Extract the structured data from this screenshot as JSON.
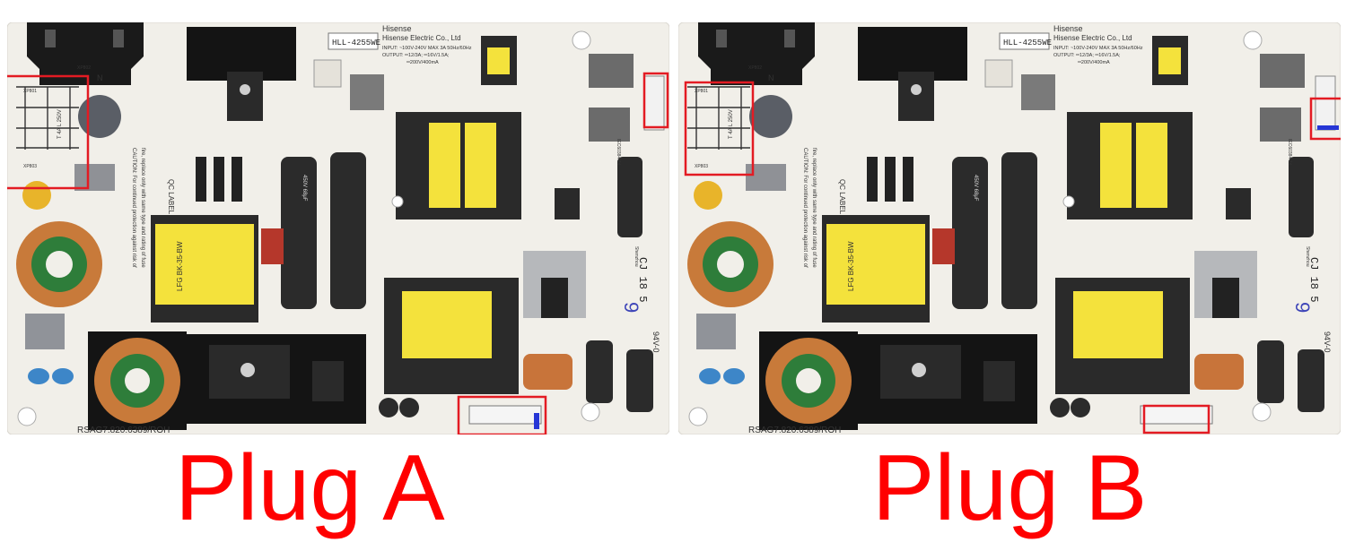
{
  "colors": {
    "board": "#f1efe9",
    "caption": "#ff0000",
    "highlight": "#e31b23",
    "heatsink": "#141414",
    "transformer": "#f4e23c",
    "capacitor": "#2b2b2b",
    "copper": "#c87a3a",
    "toroid_core": "#2e7d3a",
    "relay": "#6b6b6b"
  },
  "boards": [
    {
      "caption": "Plug A",
      "model_label": "HLL-4255WE",
      "maker_line1": "Hisense",
      "maker_line2": "Hisense Electric Co., Ltd",
      "rating_line1": "INPUT: ~100V-240V MAX 3A 50Hz/60Hz",
      "rating_line2": "OUTPUT: ═12/3A; ═16V/1.5A;",
      "rating_line3": "═200V/400mA",
      "part_number": "RSAG7.820.6389/ROH",
      "qc_label": "QC LABEL",
      "caution_line1": "CAUTION: For continued protection against risk of",
      "caution_line2": "fire, replace only with same type and rating of fuse",
      "transformer_label": "LFG BK-35-BW",
      "fuse_label": "T 4A L 250V",
      "cap_label": "450V 68μF",
      "stamp": "CJ 18 5",
      "blue_mark": "9",
      "flammability": "94V-0",
      "pin_label_1": "XP801",
      "pin_label_2": "XP802",
      "pin_label_3": "XP803",
      "heatsink_label": "N",
      "relay_label": "IEC60384-14",
      "ul_label": "Shenzhou"
    },
    {
      "caption": "Plug B",
      "model_label": "HLL-4255WE",
      "maker_line1": "Hisense",
      "maker_line2": "Hisense Electric Co., Ltd",
      "rating_line1": "INPUT: ~100V-240V MAX 3A 50Hz/60Hz",
      "rating_line2": "OUTPUT: ═12/3A; ═16V/1.5A;",
      "rating_line3": "═200V/400mA",
      "part_number": "RSAG7.820.6389/ROH",
      "qc_label": "QC LABEL",
      "caution_line1": "CAUTION: For continued protection against risk of",
      "caution_line2": "fire, replace only with same type and rating of fuse",
      "transformer_label": "LFG BK-35-BW",
      "fuse_label": "T 4A L 250V",
      "cap_label": "450V 68μF",
      "stamp": "CJ 18 5",
      "blue_mark": "9",
      "flammability": "94V-0",
      "pin_label_1": "XP801",
      "pin_label_2": "XP802",
      "pin_label_3": "XP803",
      "heatsink_label": "N",
      "relay_label": "IEC60384-14",
      "ul_label": "Shenzhou"
    }
  ]
}
